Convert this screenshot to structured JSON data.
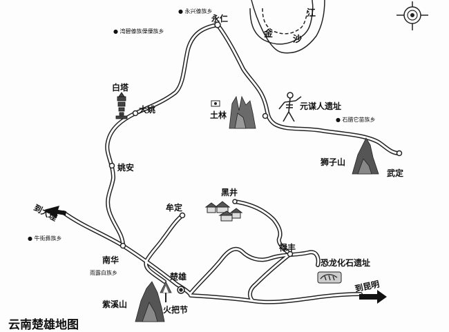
{
  "map": {
    "title": "云南楚雄地图",
    "river": {
      "char1": "金",
      "char2": "沙",
      "char3": "江"
    },
    "towns": {
      "yongren": "永仁",
      "dayao": "大姚",
      "yaoan": "姚安",
      "mouding": "牟定",
      "nanhua": "南华",
      "chuxiong": "楚雄",
      "lufeng": "禄丰",
      "wuding": "武定"
    },
    "attractions": {
      "baita": "白塔",
      "tulin": "土林",
      "yuanmou": "元谋人遗址",
      "shizishan": "狮子山",
      "heijing": "黑井",
      "konglong": "恐龙化石遗址",
      "zixishan": "紫溪山",
      "huobajie": "火把节"
    },
    "villages": {
      "yongxing": "永兴傣族乡",
      "wanbi": "湾碧傣族傈僳族乡",
      "shila": "石腊它苗族乡",
      "niujie": "牛街彝族乡",
      "yulu": "雨露白族乡"
    },
    "directions": {
      "to_dali": "到大理",
      "to_kunming": "到昆明"
    }
  }
}
